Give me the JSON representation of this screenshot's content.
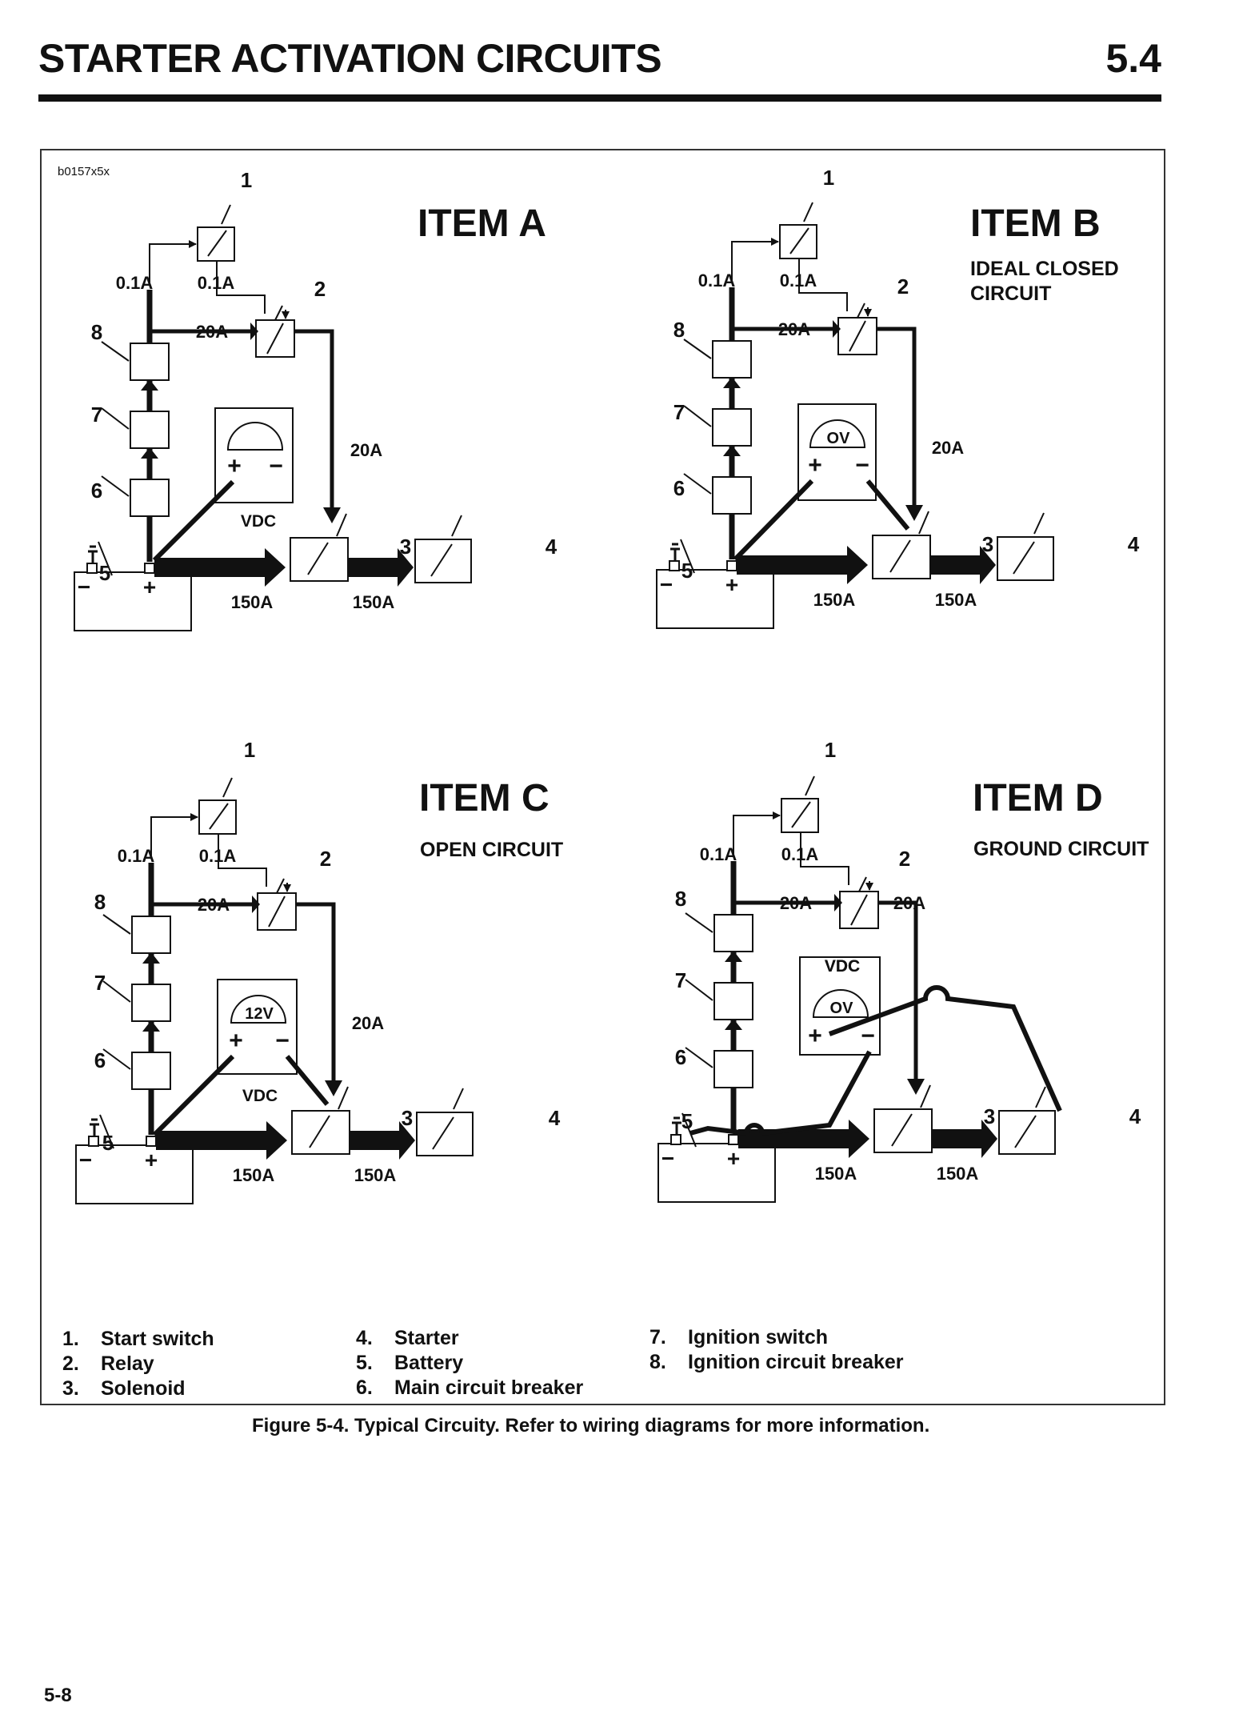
{
  "header": {
    "title": "STARTER ACTIVATION CIRCUITS",
    "section": "5.4"
  },
  "figure": {
    "code": "b0157x5x",
    "caption": "Figure 5-4. Typical Circuity. Refer to wiring diagrams for more information.",
    "items": [
      {
        "heading": "ITEM A",
        "subtitle": []
      },
      {
        "heading": "ITEM B",
        "subtitle": [
          "IDEAL CLOSED",
          "CIRCUIT"
        ]
      },
      {
        "heading": "ITEM C",
        "subtitle": [
          "OPEN CIRCUIT"
        ]
      },
      {
        "heading": "ITEM D",
        "subtitle": [
          "GROUND CIRCUIT"
        ]
      }
    ],
    "diagram_labels": {
      "current_low": "0.1A",
      "current_mid": "20A",
      "current_high": "150A",
      "meter_unit": "VDC",
      "reading_b": "OV",
      "reading_c": "12V",
      "reading_d": "OV",
      "plus": "+",
      "minus": "−",
      "callouts": [
        "1",
        "2",
        "3",
        "4",
        "5",
        "6",
        "7",
        "8"
      ]
    },
    "legend": [
      {
        "num": "1.",
        "label": "Start switch"
      },
      {
        "num": "2.",
        "label": "Relay"
      },
      {
        "num": "3.",
        "label": "Solenoid"
      },
      {
        "num": "4.",
        "label": "Starter"
      },
      {
        "num": "5.",
        "label": "Battery"
      },
      {
        "num": "6.",
        "label": "Main circuit breaker"
      },
      {
        "num": "7.",
        "label": "Ignition switch"
      },
      {
        "num": "8.",
        "label": "Ignition circuit breaker"
      }
    ]
  },
  "footer": {
    "page": "5-8"
  }
}
